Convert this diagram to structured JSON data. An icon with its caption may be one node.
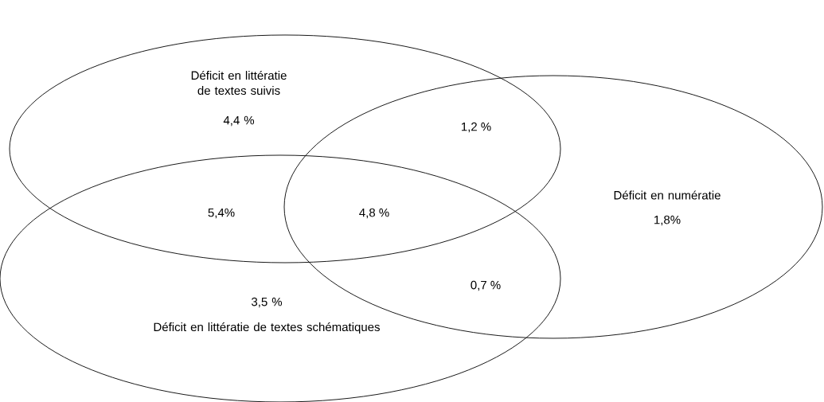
{
  "diagram": {
    "nodes": [
      {
        "text": [
          "Déficit en littératie de textes suivis",
          "4,4 %"
        ]
      },
      {
        "text": [
          "Déficit en numératie",
          "1,8%"
        ]
      },
      {
        "text": [
          "3,5 %",
          "Déficit en littératie de textes schématiques"
        ]
      }
    ],
    "labels": [
      "1,2 %",
      "5,4%",
      "4,8 %",
      "0,7 %"
    ]
  }
}
